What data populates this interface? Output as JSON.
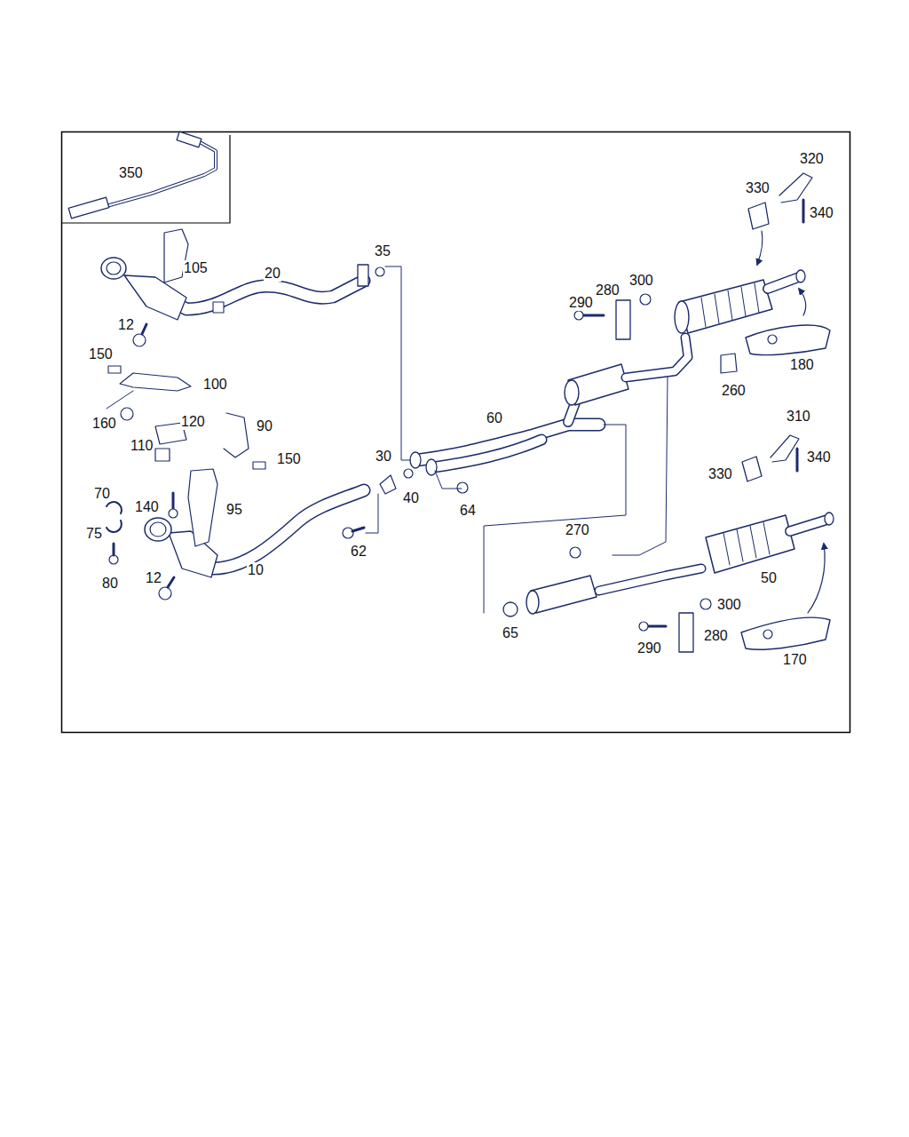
{
  "diagram": {
    "labels": [
      "320",
      "350",
      "330",
      "340",
      "35",
      "105",
      "20",
      "300",
      "280",
      "290",
      "12",
      "150",
      "180",
      "100",
      "260",
      "60",
      "310",
      "160",
      "120",
      "90",
      "110",
      "30",
      "150",
      "340",
      "330",
      "70",
      "140",
      "95",
      "40",
      "64",
      "270",
      "75",
      "62",
      "12",
      "10",
      "50",
      "80",
      "300",
      "65",
      "280",
      "290",
      "170"
    ]
  }
}
